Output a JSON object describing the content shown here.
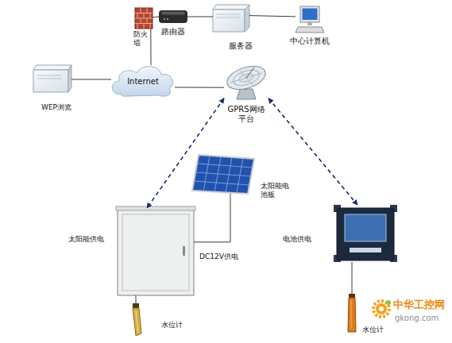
{
  "diagram": {
    "nodes": [
      {
        "text": [
          "防火 墙"
        ]
      },
      {
        "text": [
          "路由器"
        ]
      },
      {
        "text": [
          "服务器"
        ]
      },
      {
        "text": [
          "中心计算机"
        ]
      },
      {
        "text": [
          "WEP浏览"
        ]
      },
      {
        "text": [
          "Internet"
        ]
      },
      {
        "text": [
          "GPRS网络 平台"
        ]
      },
      {
        "text": [
          "太阳能电 池板"
        ]
      },
      {
        "text": [
          "太阳能供电"
        ]
      },
      {
        "text": [
          "水位计"
        ]
      },
      {
        "text": [
          "电池供电"
        ]
      },
      {
        "text": [
          "水位计"
        ]
      }
    ],
    "edges": [
      {
        "from": 0,
        "to": 1,
        "arrow": "none"
      },
      {
        "from": 1,
        "to": 2,
        "arrow": "none"
      },
      {
        "from": 2,
        "to": 3,
        "arrow": "none"
      },
      {
        "from": 0,
        "to": 5,
        "arrow": "none"
      },
      {
        "from": 4,
        "to": 5,
        "arrow": "none"
      },
      {
        "from": 5,
        "to": 6,
        "arrow": "none"
      },
      {
        "from": 6,
        "to": 8,
        "arrow": "both"
      },
      {
        "from": 6,
        "to": 10,
        "arrow": "both"
      },
      {
        "from": 7,
        "to": 8,
        "label": "DC12V供电",
        "arrow": "none"
      },
      {
        "from": 8,
        "to": 9,
        "arrow": "none"
      },
      {
        "from": 10,
        "to": 11,
        "arrow": "none"
      }
    ],
    "labels": [
      "中华工控网",
      "gkong.com"
    ]
  }
}
